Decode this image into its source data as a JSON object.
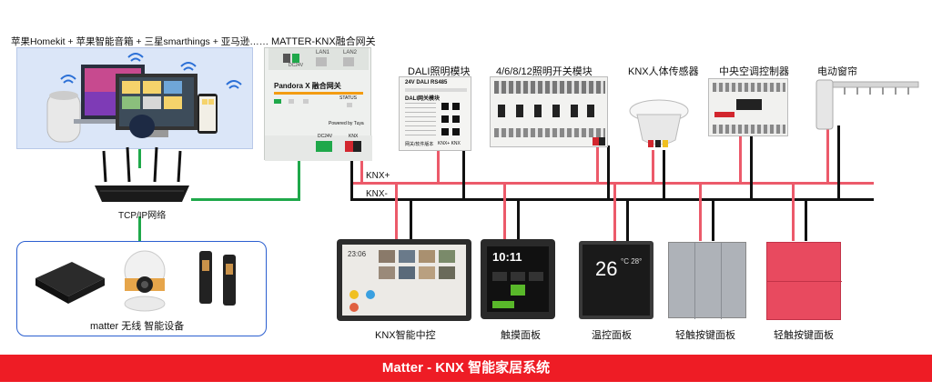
{
  "header": {
    "ecosystems": "苹果Homekit + 苹果智能音箱 + 三星smarthings + 亚马逊……",
    "gateway_title": "MATTER-KNX融合网关"
  },
  "gateway": {
    "brand": "Pandora X 融合网关",
    "powered": "Powered by Tuya",
    "port_lan1": "LAN1",
    "port_lan2": "LAN2",
    "port_dc": "DC24V",
    "port_knx": "KNX",
    "port_status": "STATUS"
  },
  "network": {
    "tcpip": "TCP/IP网络",
    "knx_plus": "KNX+",
    "knx_minus": "KNX-"
  },
  "modules": {
    "dali": "DALI照明模块",
    "switch": "4/6/8/12照明开关模块",
    "sensor": "KNX人体传感器",
    "hvac": "中央空调控制器",
    "curtain": "电动窗帘"
  },
  "dali_device": {
    "header": "24V  DALI  RS485",
    "name": "DALI网关模块",
    "foot_left": "网关/软件版本",
    "foot_right": "KNX+    KNX"
  },
  "panels": {
    "central": "KNX智能中控",
    "touch": "触摸面板",
    "thermo": "温控面板",
    "light1": "轻触按键面板",
    "light2": "轻触按键面板"
  },
  "central_screen": {
    "time": "23:06"
  },
  "touch_screen": {
    "time": "10:11"
  },
  "thermo_screen": {
    "temp": "26",
    "temp2": "°C 28°"
  },
  "matter_devices": {
    "label": "matter 无线 智能设备"
  },
  "footer": {
    "title": "Matter - KNX 智能家居系统"
  },
  "colors": {
    "knx_plus_wire": "#ec5a6a",
    "knx_minus_wire": "#111111",
    "ip_wire": "#1fa84a",
    "footer_bg": "#ee1c25",
    "panel_red": "#e84a5f"
  }
}
